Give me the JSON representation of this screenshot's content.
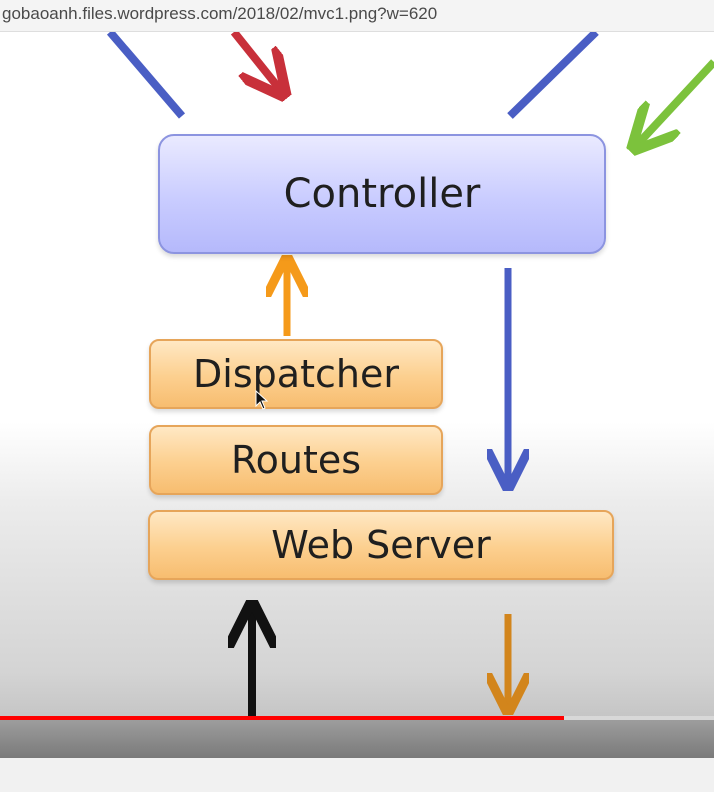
{
  "browser": {
    "url": "gobaoanh.files.wordpress.com/2018/02/mvc1.png?w=620"
  },
  "diagram": {
    "controller_label": "Controller",
    "dispatcher_label": "Dispatcher",
    "routes_label": "Routes",
    "webserver_label": "Web Server",
    "colors": {
      "controller_fill": "#c9ccff",
      "layer_fill": "#fccf8e",
      "blue_arrow": "#4a5ec4",
      "red_arrow": "#c8303a",
      "green_arrow": "#7cc23c",
      "orange_arrow": "#f59a1a",
      "dark_orange_arrow": "#d2851c",
      "black_arrow": "#111111"
    }
  },
  "video_player": {
    "progress": 0.79,
    "progress_color": "#ff0000"
  }
}
